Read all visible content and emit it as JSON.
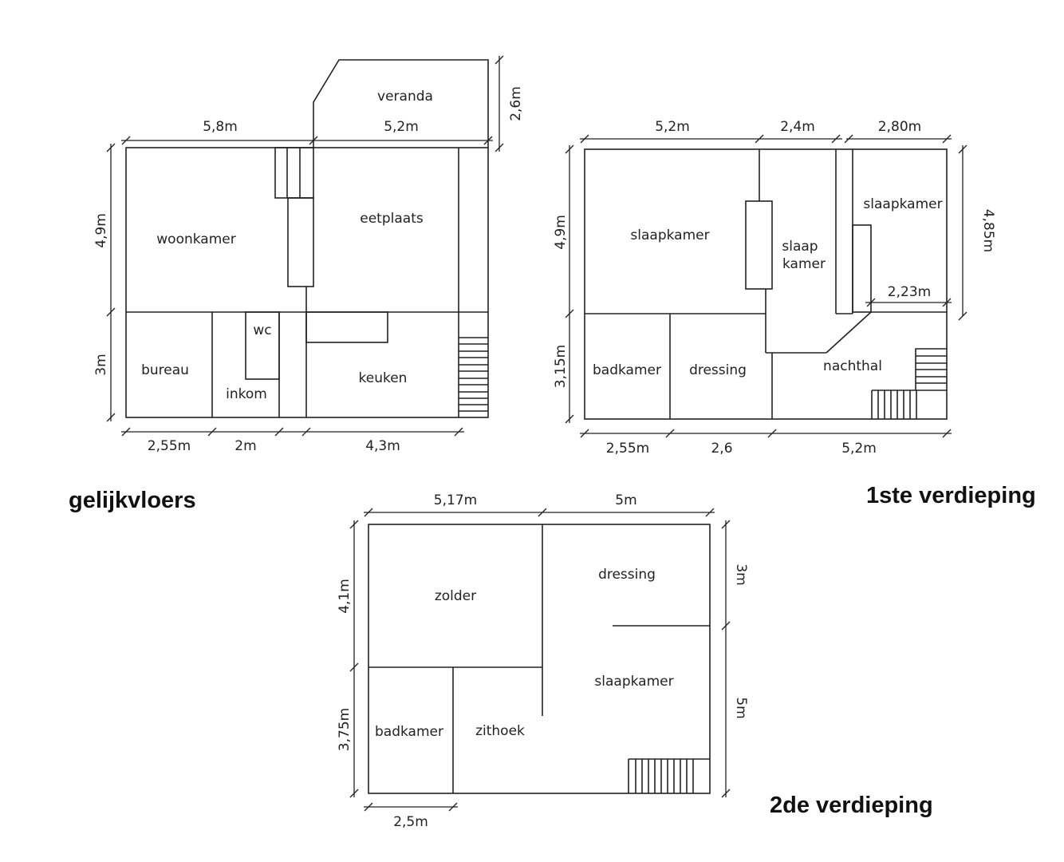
{
  "floors": {
    "ground": {
      "title": "gelijkvloers",
      "rooms": {
        "veranda": "veranda",
        "woonkamer": "woonkamer",
        "eetplaats": "eetplaats",
        "wc": "wc",
        "bureau": "bureau",
        "inkom": "inkom",
        "keuken": "keuken"
      },
      "dims": {
        "top_left": "5,8m",
        "top_right": "5,2m",
        "veranda_height": "2,6m",
        "left_upper": "4,9m",
        "left_lower": "3m",
        "bottom_1": "2,55m",
        "bottom_2": "2m",
        "bottom_3": "4,3m"
      }
    },
    "first": {
      "title": "1ste verdieping",
      "rooms": {
        "slaapkamer_left": "slaapkamer",
        "slaap": "slaap",
        "kamer": "kamer",
        "slaapkamer_right": "slaapkamer",
        "badkamer": "badkamer",
        "dressing": "dressing",
        "nachthal": "nachthal"
      },
      "dims": {
        "top_1": "5,2m",
        "top_2": "2,4m",
        "top_3": "2,80m",
        "inner": "2,23m",
        "left_upper": "4,9m",
        "left_lower": "3,15m",
        "right": "4,85m",
        "bottom_1": "2,55m",
        "bottom_2": "2,6",
        "bottom_3": "5,2m"
      }
    },
    "second": {
      "title": "2de verdieping",
      "rooms": {
        "zolder": "zolder",
        "dressing": "dressing",
        "slaapkamer": "slaapkamer",
        "badkamer": "badkamer",
        "zithoek": "zithoek"
      },
      "dims": {
        "top_1": "5,17m",
        "top_2": "5m",
        "left_upper": "4,1m",
        "left_lower": "3,75m",
        "right_upper": "3m",
        "right_lower": "5m",
        "bottom": "2,5m"
      }
    }
  }
}
